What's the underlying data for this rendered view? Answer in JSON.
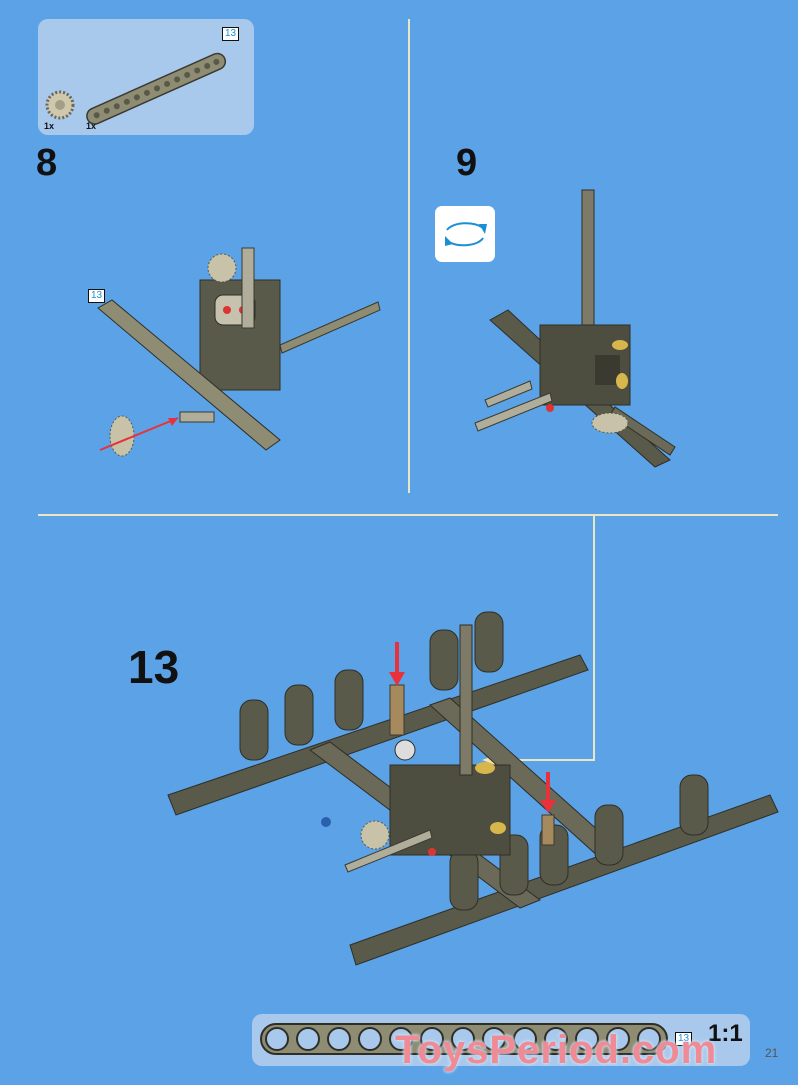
{
  "parts_list": {
    "items": [
      {
        "part": "gear-24-tooth",
        "quantity": "1x"
      },
      {
        "part": "beam-13",
        "quantity": "1x"
      }
    ],
    "beam_length_badge": "13"
  },
  "steps": [
    {
      "number": "8",
      "callout_badge": "13"
    },
    {
      "number": "9",
      "has_rotate_icon": true
    },
    {
      "number": "13"
    }
  ],
  "ruler": {
    "beam_length_badge": "13",
    "scale_label": "1:1"
  },
  "page_number": "21",
  "watermark": "ToysPeriod.com",
  "colors": {
    "background": "#5ba3e6",
    "panel": "#a9c9ec",
    "divider": "#e9e6c4",
    "part_dark": "#5a5a4a",
    "part_light": "#b5b39f",
    "arrow_red": "#e8313a",
    "accent_blue": "#1a8fd6"
  }
}
